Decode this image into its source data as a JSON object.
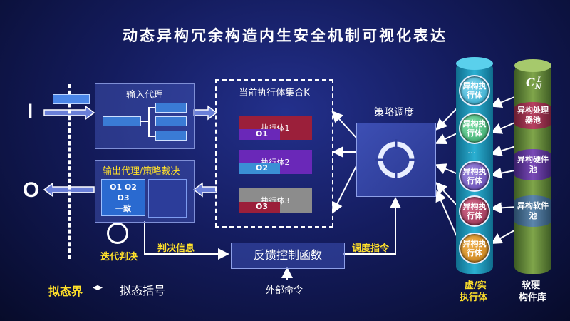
{
  "title": "动态异构冗余构造内生安全机制可视化表达",
  "io": {
    "input": "I",
    "output": "O"
  },
  "input_proxy": {
    "label": "输入代理"
  },
  "output_proxy": {
    "label": "输出代理/策略裁决",
    "result_line1": "O1 O2",
    "result_line2": "O3",
    "result_line3": "一致"
  },
  "kset": {
    "label": "当前执行体集合K",
    "executors": [
      {
        "name": "执行体1",
        "output": "O1"
      },
      {
        "name": "执行体2",
        "output": "O2"
      },
      {
        "name": "执行体3",
        "output": "O3"
      }
    ]
  },
  "strategy": {
    "label": "策略调度"
  },
  "feedback": {
    "label": "反馈控制函数",
    "external": "外部命令"
  },
  "labels": {
    "iterative": "迭代判决",
    "judge_info": "判决信息",
    "schedule_cmd": "调度指令"
  },
  "legend": {
    "mimic_world": "拟态界",
    "arrow": "◂▸",
    "mimic_bracket": "拟态括号"
  },
  "executor_pool": {
    "balls": [
      "异构执行体",
      "异构执行体",
      "…",
      "异构执行体",
      "异构执行体",
      "异构执行体"
    ],
    "bottom_label_1": "虚/实",
    "bottom_label_2": "执行体"
  },
  "component_lib": {
    "cn_label": "C",
    "cn_sub": "N",
    "cn_sup": "L",
    "pools": [
      "异构处理器池",
      "异构硬件池",
      "异构软件池"
    ],
    "bottom_label_1": "软硬",
    "bottom_label_2": "构件库"
  },
  "colors": {
    "exec1": "#9b1f3a",
    "exec1_out": "#6a28b8",
    "exec2": "#6a28b8",
    "exec2_out": "#3a8fd5",
    "exec3": "#8c8c8c",
    "exec3_out": "#9b1f3a",
    "ball_cyan": "#2aa5c8",
    "ball_green": "#2f9f64",
    "ball_purple": "#5a3fa8",
    "ball_red": "#8e2a4a",
    "ball_orange": "#c07a18"
  }
}
